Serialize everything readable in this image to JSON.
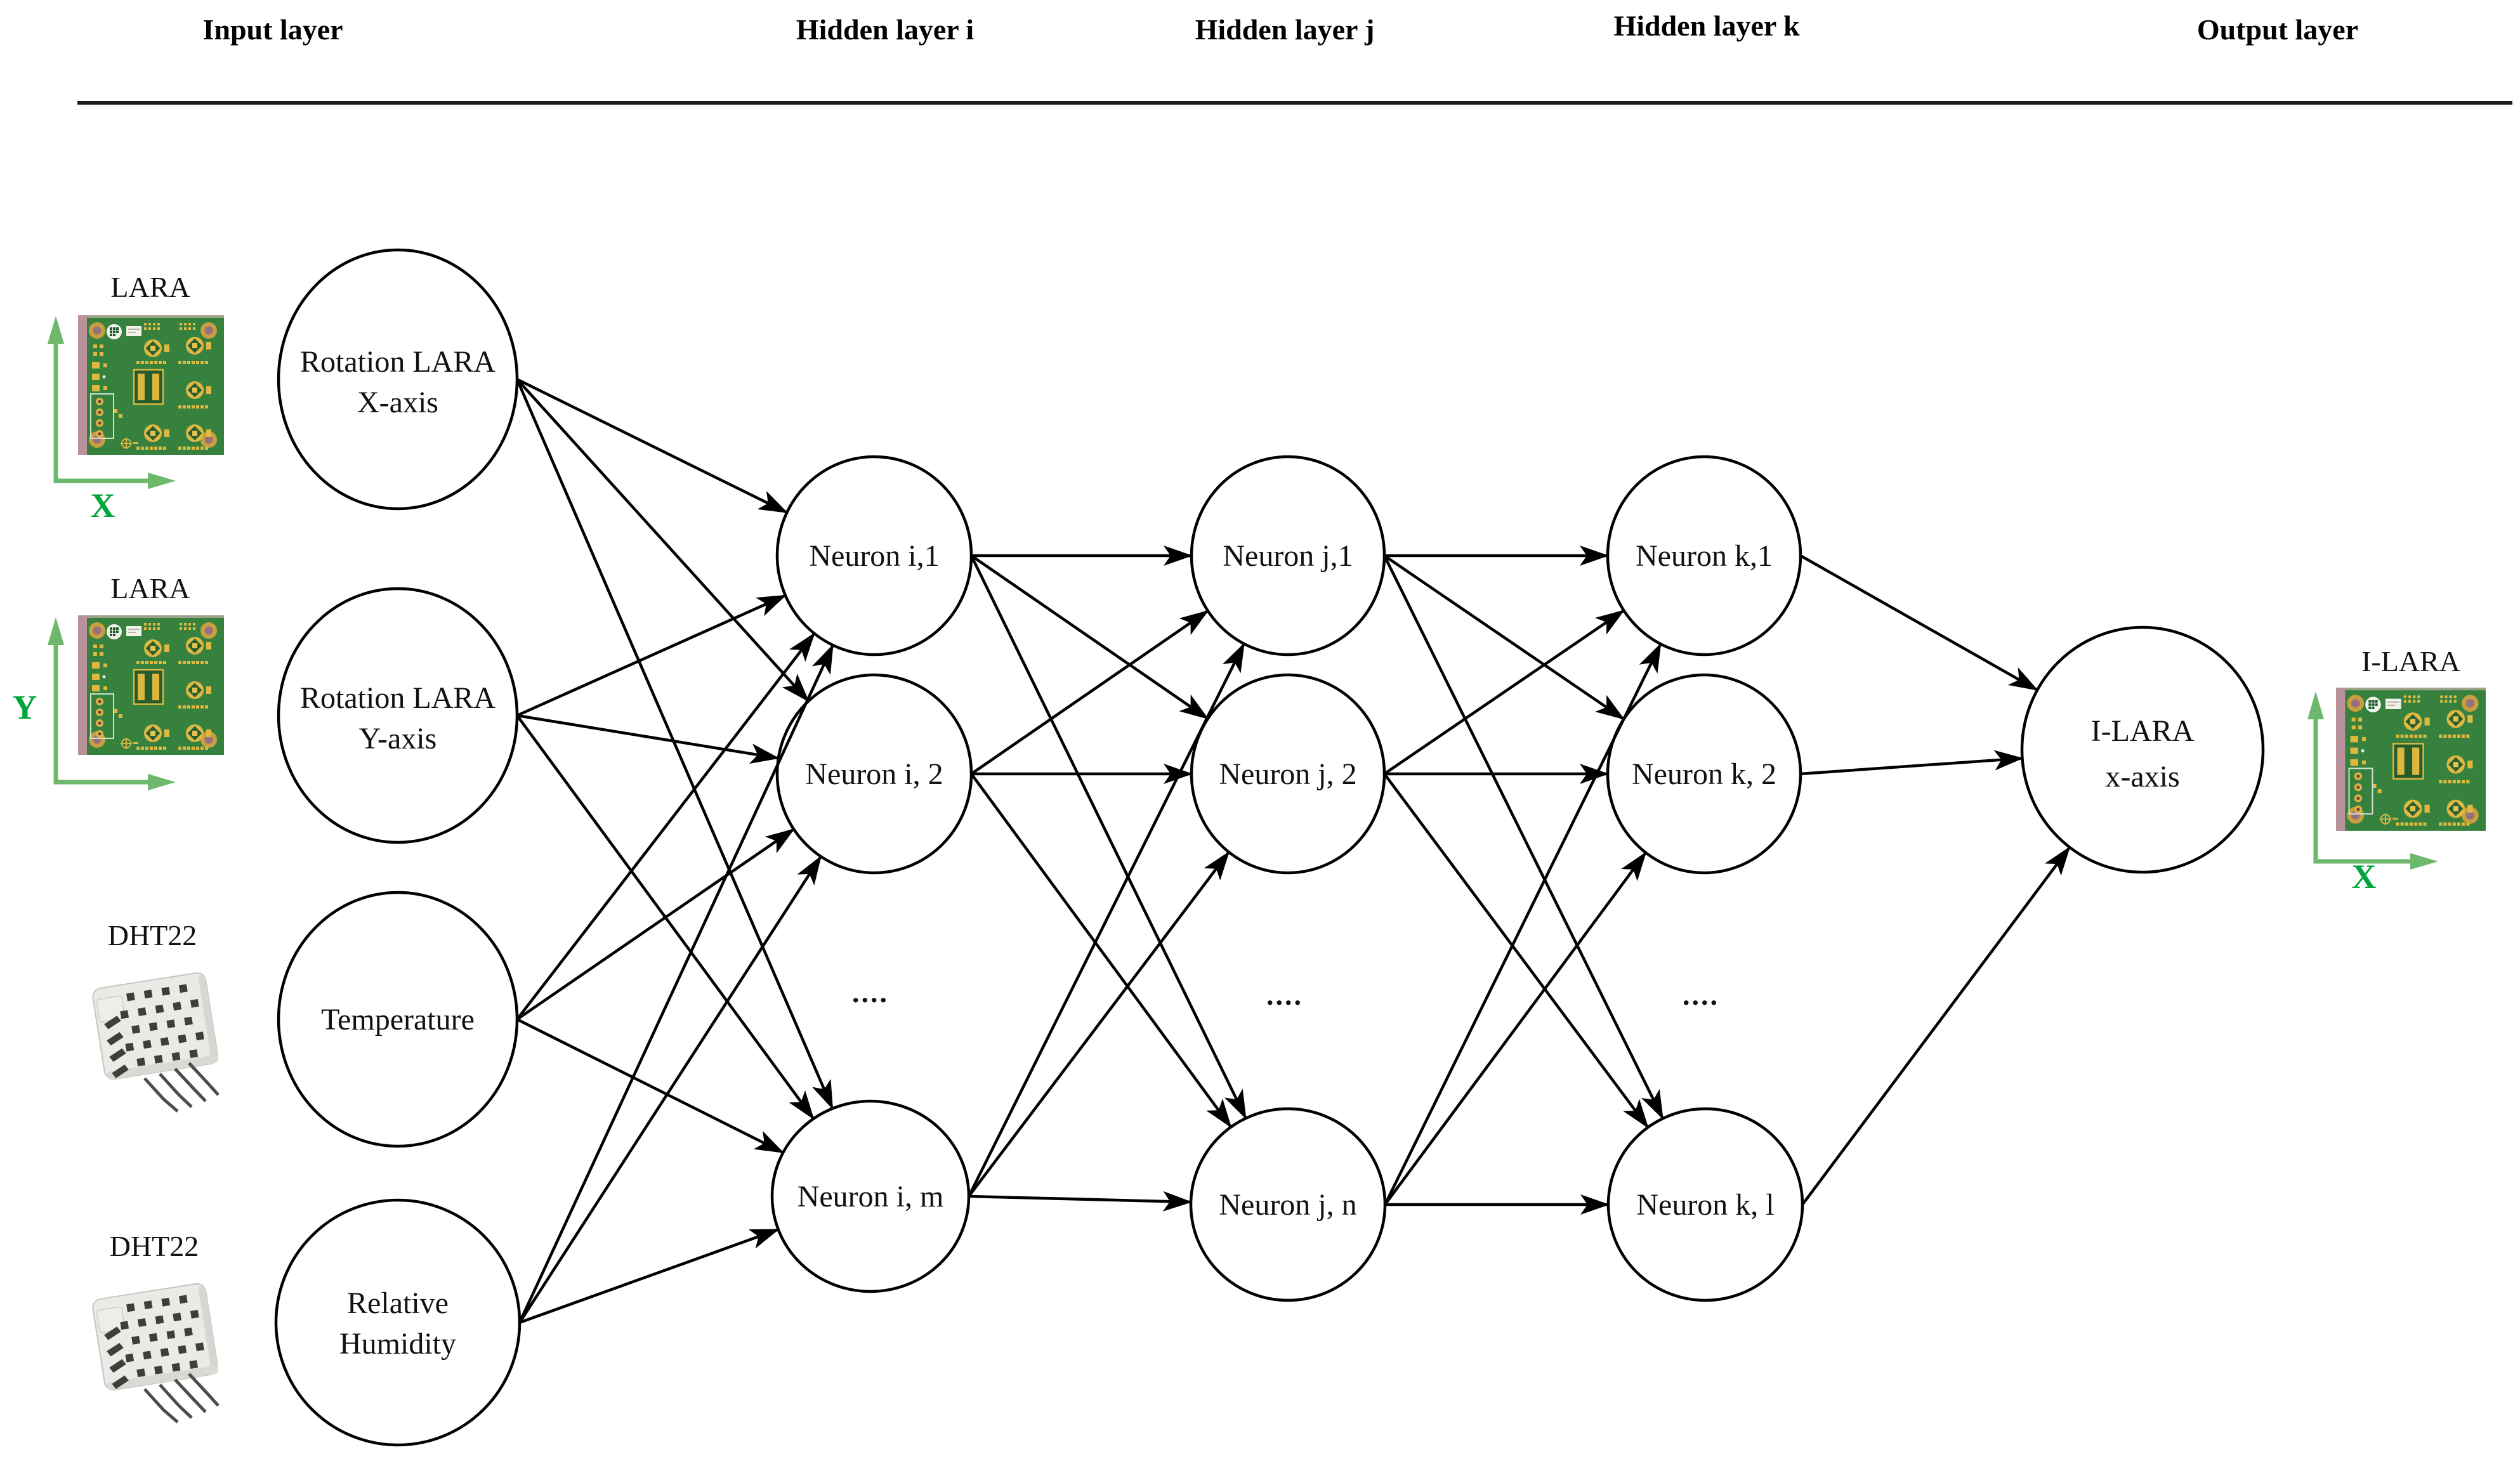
{
  "headers": {
    "input": "Input layer",
    "hidden_i": "Hidden layer i",
    "hidden_j": "Hidden layer j",
    "hidden_k": "Hidden layer k",
    "output": "Output layer"
  },
  "nodes": {
    "input": {
      "rotation_x": {
        "line1": "Rotation LARA",
        "line2": "X-axis"
      },
      "rotation_y": {
        "line1": "Rotation LARA",
        "line2": "Y-axis"
      },
      "temperature": {
        "label": "Temperature"
      },
      "humidity": {
        "line1": "Relative",
        "line2": "Humidity"
      }
    },
    "hidden_i": {
      "n1": "Neuron i,1",
      "n2": "Neuron i, 2",
      "ellipsis": "....",
      "nm": "Neuron i, m"
    },
    "hidden_j": {
      "n1": "Neuron j,1",
      "n2": "Neuron j, 2",
      "ellipsis": "....",
      "nn": "Neuron j, n"
    },
    "hidden_k": {
      "n1": "Neuron k,1",
      "n2": "Neuron k, 2",
      "ellipsis": "....",
      "nl": "Neuron k, l"
    },
    "output": {
      "line1": "I-LARA",
      "line2": "x-axis"
    }
  },
  "sensors": {
    "lara_x": {
      "label": "LARA",
      "axis_letter": "X"
    },
    "lara_y": {
      "label": "LARA",
      "axis_letter": "Y"
    },
    "dht22_temperature": {
      "label": "DHT22"
    },
    "dht22_humidity": {
      "label": "DHT22"
    },
    "i_lara": {
      "label": "I-LARA",
      "axis_letter": "X"
    }
  },
  "colors": {
    "stroke": "#000000",
    "axis_arrow_green": "#6db86b",
    "axis_letter_green": "#00a63b",
    "pcb_green": "#35813d",
    "pcb_gold": "#dcb63f",
    "pcb_edge_pink": "#b9929c",
    "dht_body": "#eceae6"
  }
}
